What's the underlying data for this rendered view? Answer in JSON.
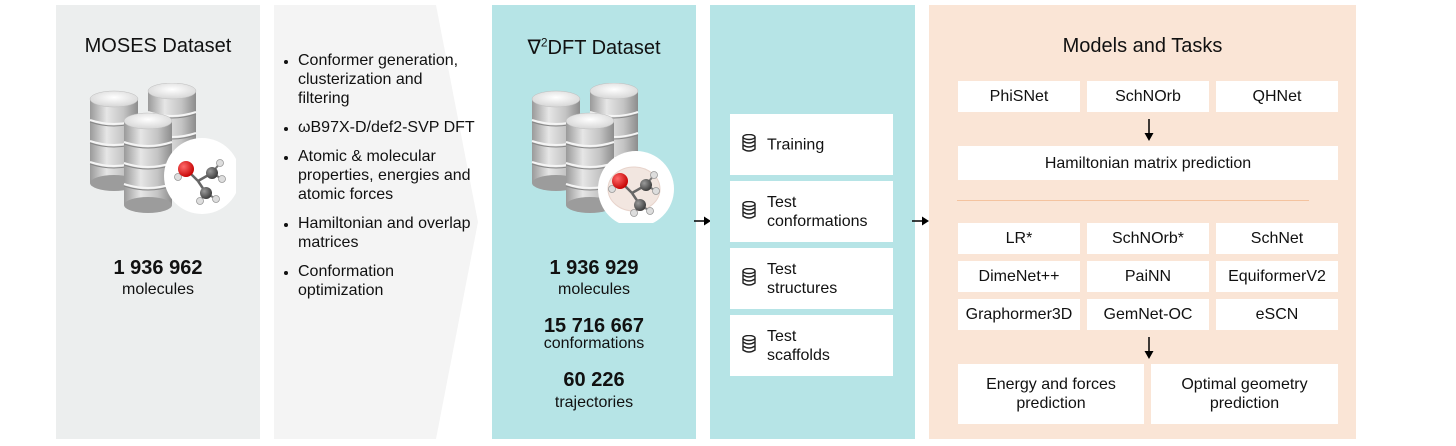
{
  "moses": {
    "title": "MOSES Dataset",
    "count": "1 936 962",
    "count_label": "molecules"
  },
  "processing": {
    "items": [
      "Conformer generation, clusterization and filtering",
      "ωB97X-D/def2-SVP DFT",
      "Atomic & molecular properties, energies and atomic forces",
      "Hamiltonian and overlap matrices",
      "Conformation optimization"
    ]
  },
  "dft": {
    "title_prefix": "∇",
    "title_sup": "2",
    "title_suffix": "DFT Dataset",
    "molecules": "1 936 929",
    "molecules_label": "molecules",
    "conformations": "15 716 667",
    "conformations_label": "conformations",
    "trajectories": "60 226",
    "trajectories_label": "trajectories"
  },
  "splits": {
    "items": [
      {
        "line1": "Training",
        "line2": ""
      },
      {
        "line1": "Test",
        "line2": "conformations"
      },
      {
        "line1": "Test",
        "line2": "structures"
      },
      {
        "line1": "Test",
        "line2": "scaffolds"
      }
    ]
  },
  "models": {
    "title": "Models and Tasks",
    "hamiltonian_models": [
      "PhiSNet",
      "SchNOrb",
      "QHNet"
    ],
    "hamiltonian_task": "Hamiltonian matrix prediction",
    "energy_models": [
      "LR*",
      "SchNOrb*",
      "SchNet",
      "DimeNet++",
      "PaiNN",
      "EquiformerV2",
      "Graphormer3D",
      "GemNet-OC",
      "eSCN"
    ],
    "energy_task": "Energy and forces prediction",
    "geometry_task": "Optimal geometry prediction"
  },
  "colors": {
    "moses_bg": "#eceeee",
    "dft_bg": "#b6e4e6",
    "models_bg": "#fae5d6",
    "separator": "#f4c39f"
  }
}
